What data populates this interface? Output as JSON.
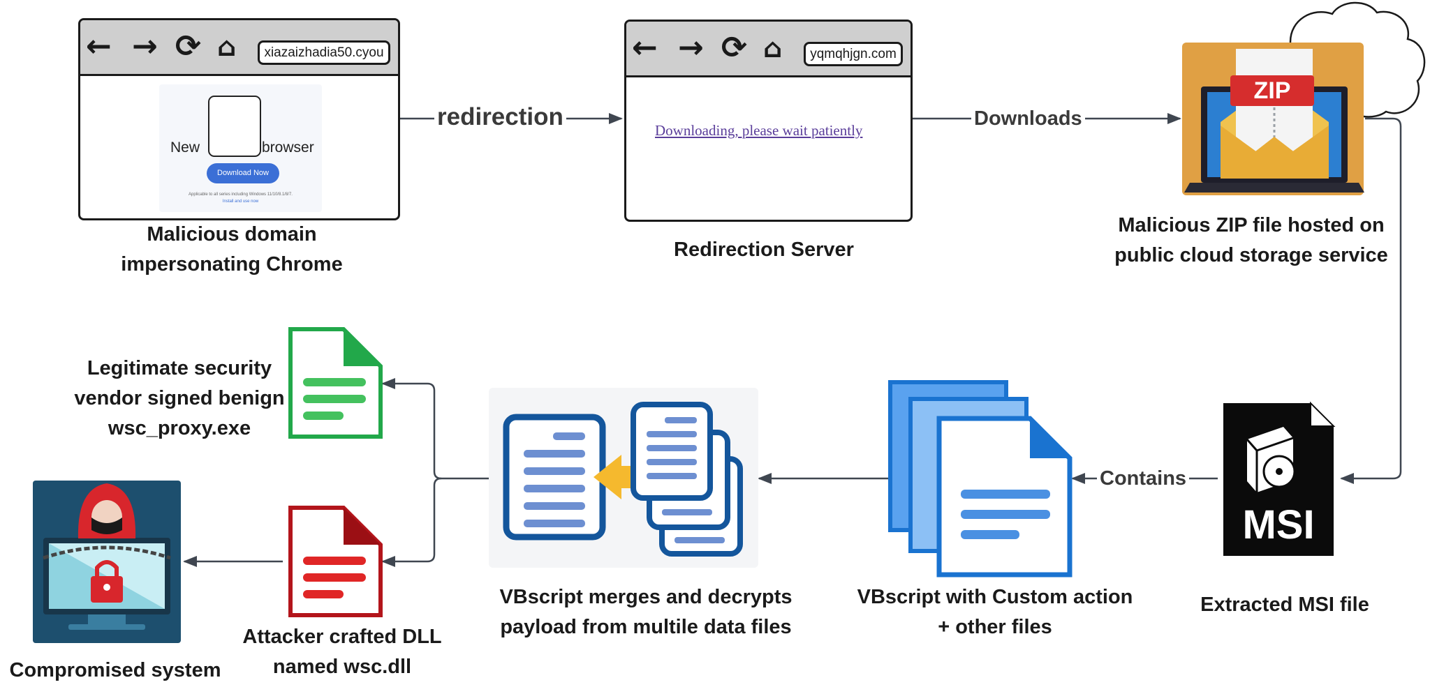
{
  "stages": {
    "malicious_domain": {
      "url": "xiazaizhadia50.cyou",
      "ad_left_word": "New",
      "ad_right_word": "browser",
      "ad_button": "Download Now",
      "ad_fine_print": "Applicable to all series including Windows 11/10/8.1/8/7.",
      "ad_link": "Install and use now",
      "caption_line1": "Malicious domain",
      "caption_line2": "impersonating Chrome"
    },
    "redirection_server": {
      "url": "yqmqhjgn.com",
      "link_text": "Downloading, please wait patiently",
      "caption": "Redirection Server"
    },
    "zip": {
      "badge": "ZIP",
      "caption_line1": "Malicious ZIP file hosted on",
      "caption_line2": "public cloud storage service"
    },
    "msi": {
      "badge": "MSI",
      "caption": "Extracted MSI file"
    },
    "vbscript_files": {
      "caption_line1": "VBscript with Custom action",
      "caption_line2": "+ other files"
    },
    "merge": {
      "caption_line1": "VBscript merges and decrypts",
      "caption_line2": "payload from multile data files"
    },
    "legit_exe": {
      "caption_line1": "Legitimate security",
      "caption_line2": "vendor signed benign",
      "caption_line3": "wsc_proxy.exe"
    },
    "dll": {
      "caption_line1": "Attacker crafted DLL",
      "caption_line2": "named wsc.dll"
    },
    "compromised": {
      "caption": "Compromised system"
    }
  },
  "edges": {
    "redirection": "redirection",
    "downloads": "Downloads",
    "contains": "Contains"
  },
  "icons": {
    "nav": [
      "back-arrow-icon",
      "forward-arrow-icon",
      "reload-icon",
      "home-icon"
    ]
  },
  "colors": {
    "arrow": "#3f4650",
    "green_doc": "#22a84a",
    "red_doc": "#d21f1f",
    "blue_doc": "#1a73d0",
    "laptop_bg": "#e0a044"
  }
}
